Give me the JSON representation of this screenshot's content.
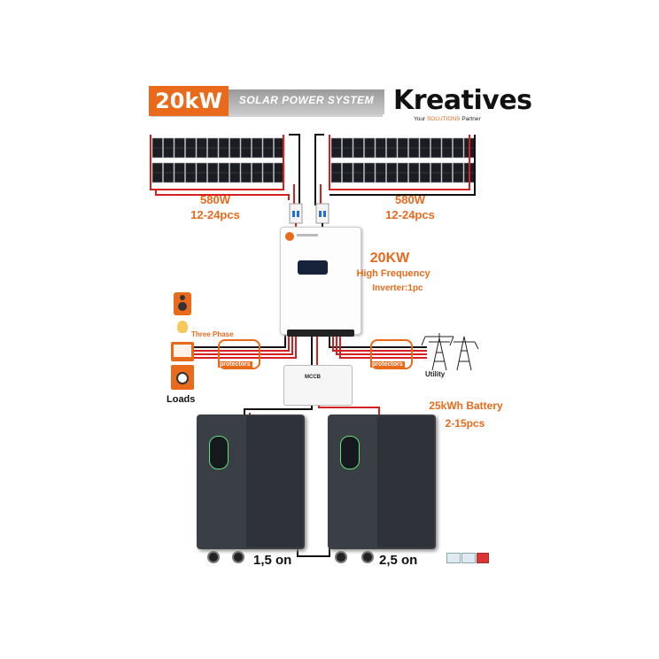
{
  "header": {
    "power": "20kW",
    "system_title": "SOLAR POWER SYSTEM"
  },
  "brand": {
    "name": "Kreatives",
    "tagline_prefix": "Your ",
    "tagline_highlight": "SOLUTIONS",
    "tagline_suffix": " Partner"
  },
  "panels": {
    "left": {
      "watt": "580W",
      "count": "12-24pcs"
    },
    "right": {
      "watt": "580W",
      "count": "12-24pcs"
    }
  },
  "inverter": {
    "power": "20KW",
    "type": "High Frequency",
    "qty": "Inverter:1pc"
  },
  "loads": {
    "three_phase": "Three Phase",
    "label": "Loads"
  },
  "protectors": {
    "left": "protectors",
    "right": "protectors"
  },
  "mccb": {
    "label": "MCCB"
  },
  "utility": {
    "label": "Utility"
  },
  "battery": {
    "capacity": "25kWh Battery",
    "count": "2-15pcs",
    "left_on": "1,5 on",
    "right_on": "2,5 on"
  },
  "colors": {
    "accent": "#ea6a1c",
    "wire_red": "#d61f1f",
    "wire_black": "#111111",
    "battery_body": "#3a3f45"
  }
}
